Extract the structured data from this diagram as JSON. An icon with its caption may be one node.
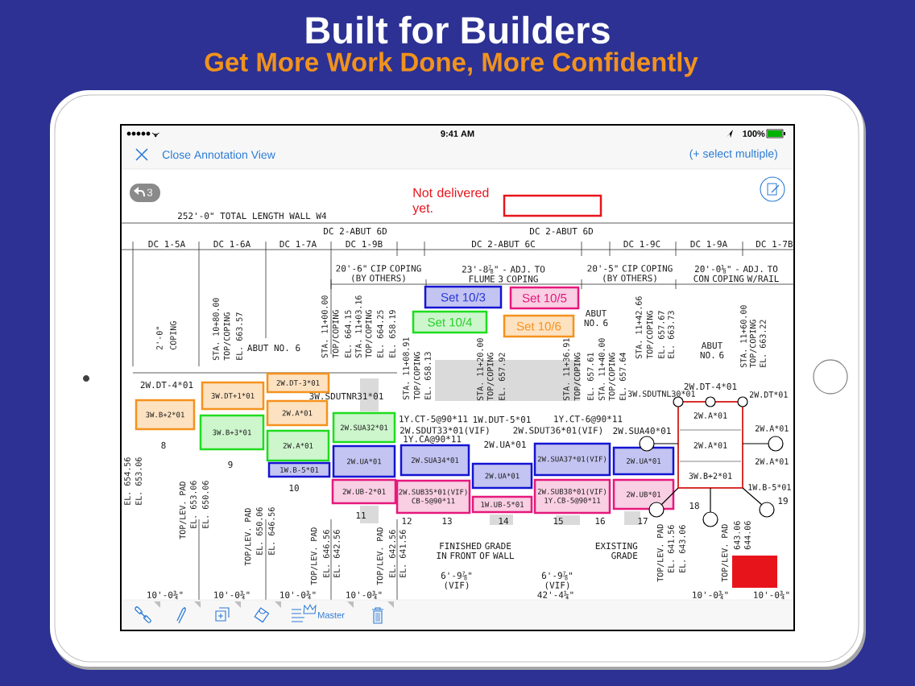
{
  "diagram": {
    "title": "Built for Builders",
    "nodes": [
      {
        "text": [
          "Set 10/3"
        ]
      },
      {
        "text": [
          "Set 10/5"
        ]
      },
      {
        "text": [
          "Set 10/4"
        ]
      },
      {
        "text": [
          "Set 10/6"
        ]
      },
      {
        "text": [],
        "shape": "box"
      },
      {
        "text": [
          "2W.DT-3*01"
        ]
      },
      {
        "text": [
          "3W.DT+1*01"
        ]
      },
      {
        "text": [
          "3W.B+2*01"
        ]
      },
      {
        "text": [
          "2W.A*01"
        ]
      },
      {
        "text": [
          "3W.B+3*01"
        ]
      },
      {
        "text": [
          "2W.SUA32*01"
        ]
      },
      {
        "text": [
          "2W.A*01"
        ]
      },
      {
        "text": [
          "1W.B-5*01"
        ]
      },
      {
        "text": [
          "2W.UA*01"
        ]
      },
      {
        "text": [
          "2W.SUA34*01"
        ]
      },
      {
        "text": [
          "2W.SUA37*01(VIF)"
        ]
      },
      {
        "text": [
          "2W.UA*01"
        ]
      },
      {
        "text": [
          "2W.UA*01"
        ]
      },
      {
        "text": [
          "2W.UB-2*01"
        ]
      },
      {
        "text": [
          "2W.SUB35*01(VIF)",
          "CB-5@90*11"
        ]
      },
      {
        "text": [
          "1W.UB-5*01"
        ]
      },
      {
        "text": [
          "2W.SUB38*01(VIF)",
          "1Y.CB-5@90*11"
        ]
      },
      {
        "text": [
          "2W.UB*01"
        ]
      },
      {
        "text": [
          "2W.A*01",
          "2W.A*01",
          "3W.B+2*01"
        ]
      },
      {
        "text": [],
        "shape": "box"
      }
    ],
    "labels": [
      "Get More Work Done, More Confidently",
      "9:41 AM",
      "100%",
      "Close Annotation View",
      "(+ select multiple)",
      "3",
      "Not delivered yet.",
      "252'-0\" TOTAL LENGTH WALL W4",
      "DC 2-ABUT 6D",
      "DC 2-ABUT 6D",
      "DC 1-5A",
      "DC 1-6A",
      "DC 1-7A",
      "DC 1-9B",
      "DC 2-ABUT 6C",
      "DC 1-9C",
      "DC 1-9A",
      "DC 1-7B",
      "20'-6\" CIP COPING (BY OTHERS)",
      "23'-8⅞\" - ADJ. TO FLUME 3 COPING",
      "20'-5\" CIP COPING (BY OTHERS)",
      "20'-0⅛\" - ADJ. TO CON COPING W/RAIL",
      "2'-0\"",
      "COPING",
      "STA. 10+80.00",
      "TOP/COPING",
      "EL. 663.57",
      "ABUT NO. 6",
      "STA. 11+00.00",
      "TOP/COPING",
      "EL. 664.15",
      "STA. 11+03.16",
      "TOP/COPING",
      "EL. 664.25",
      "EL. 658.19",
      "STA. 11+08.91",
      "TOP/COPING",
      "EL. 658.13",
      "STA. 11+20.00",
      "TOP/COPING",
      "EL. 657.92",
      "ABUT NO. 6",
      "STA. 11+36.91",
      "TOP/COPING",
      "EL. 657.61",
      "STA. 11+40.00",
      "TOP/COPING",
      "EL. 657.64",
      "STA. 11+42.66",
      "TOP/COPING",
      "EL. 657.67",
      "EL. 663.73",
      "ABUT NO. 6",
      "STA. 11+60.00",
      "TOP/COPING",
      "EL. 663.22",
      "2W.DT-4*01",
      "3W.SDUTNR31*01",
      "1Y.CT-5@90*11",
      "1W.DUT-5*01",
      "1Y.CT-6@90*11",
      "2W.SDUT33*01(VIF)",
      "2W.SDUT36*01(VIF)",
      "2W.SUA40*01",
      "1Y.CA@90*11",
      "2W.UA*01",
      "3W.SDUTNL30*01",
      "2W.DT-4*01",
      "2W.DT*01",
      "2W.A*01",
      "2W.A*01",
      "1W.B-5*01",
      "8",
      "9",
      "10",
      "11",
      "12",
      "13",
      "14",
      "15",
      "16",
      "17",
      "18",
      "19",
      "FINISHED GRADE IN FRONT OF WALL",
      "EXISTING GRADE",
      "6'-9⅞\" (VIF)",
      "6'-9⅞\" (VIF)",
      "EL. 654.56",
      "EL. 653.06",
      "TOP/LEV. PAD",
      "EL. 653.06",
      "EL. 650.06",
      "TOP/LEV. PAD",
      "EL. 650.06",
      "EL. 646.56",
      "TOP/LEV. PAD",
      "EL. 646.56",
      "EL. 642.56",
      "TOP/LEV. PAD",
      "EL. 642.56",
      "EL. 641.56",
      "TOP/LEV. PAD",
      "EL. 641.56",
      "EL. 643.06",
      "TOP/LEV. PAD",
      "643.06",
      "644.06",
      "10'-0¾\"",
      "10'-0¾\"",
      "10'-0¾\"",
      "10'-0¾\"",
      "42'-4¼\"",
      "10'-0¾\"",
      "10'-0¾\"",
      "Master"
    ]
  }
}
